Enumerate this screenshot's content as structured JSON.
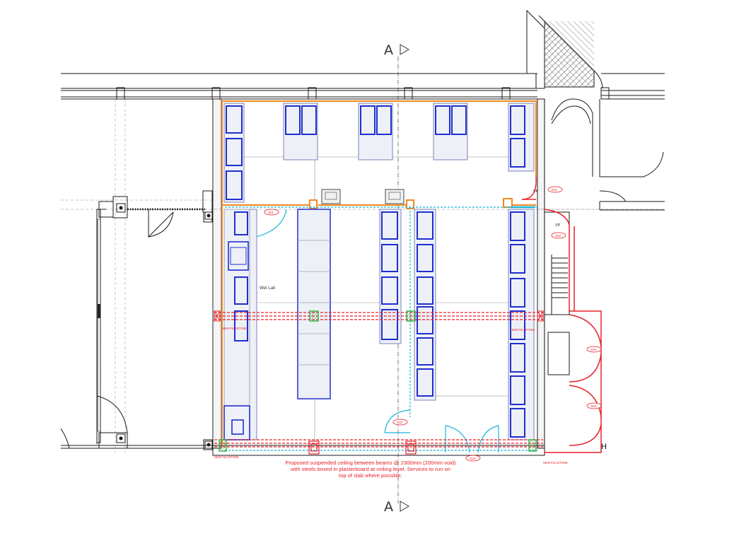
{
  "drawing": {
    "section_marker_top": "A",
    "section_marker_bottom": "A",
    "room_label": "Wet Lab",
    "grid_label": "H",
    "vp_labels": [
      "VP",
      "VP"
    ],
    "door_tags": [
      "G01",
      "G01",
      "G02",
      "G02",
      "G03",
      "G03",
      "G03"
    ],
    "pilotone_labels": [
      "NEW PILOSTONE",
      "NEW PILOSTONE",
      "NEW PILOSTONE",
      "NEW PILOSTONE"
    ],
    "note_lines": [
      "Proposed suspended ceiling between beams @ 2300mm (200mm void)",
      "with steels boxed in plasterboard at ceiling level. Services to run on",
      "top of slab where possible."
    ]
  },
  "colors": {
    "wall": "#1a1a1a",
    "furniture": "#1f2fd0",
    "bench": "#9aa0c0",
    "partition": "#f08a24",
    "new_work": "#e8202a",
    "door_swing": "#19b8d8",
    "column": "#3cb24a"
  }
}
